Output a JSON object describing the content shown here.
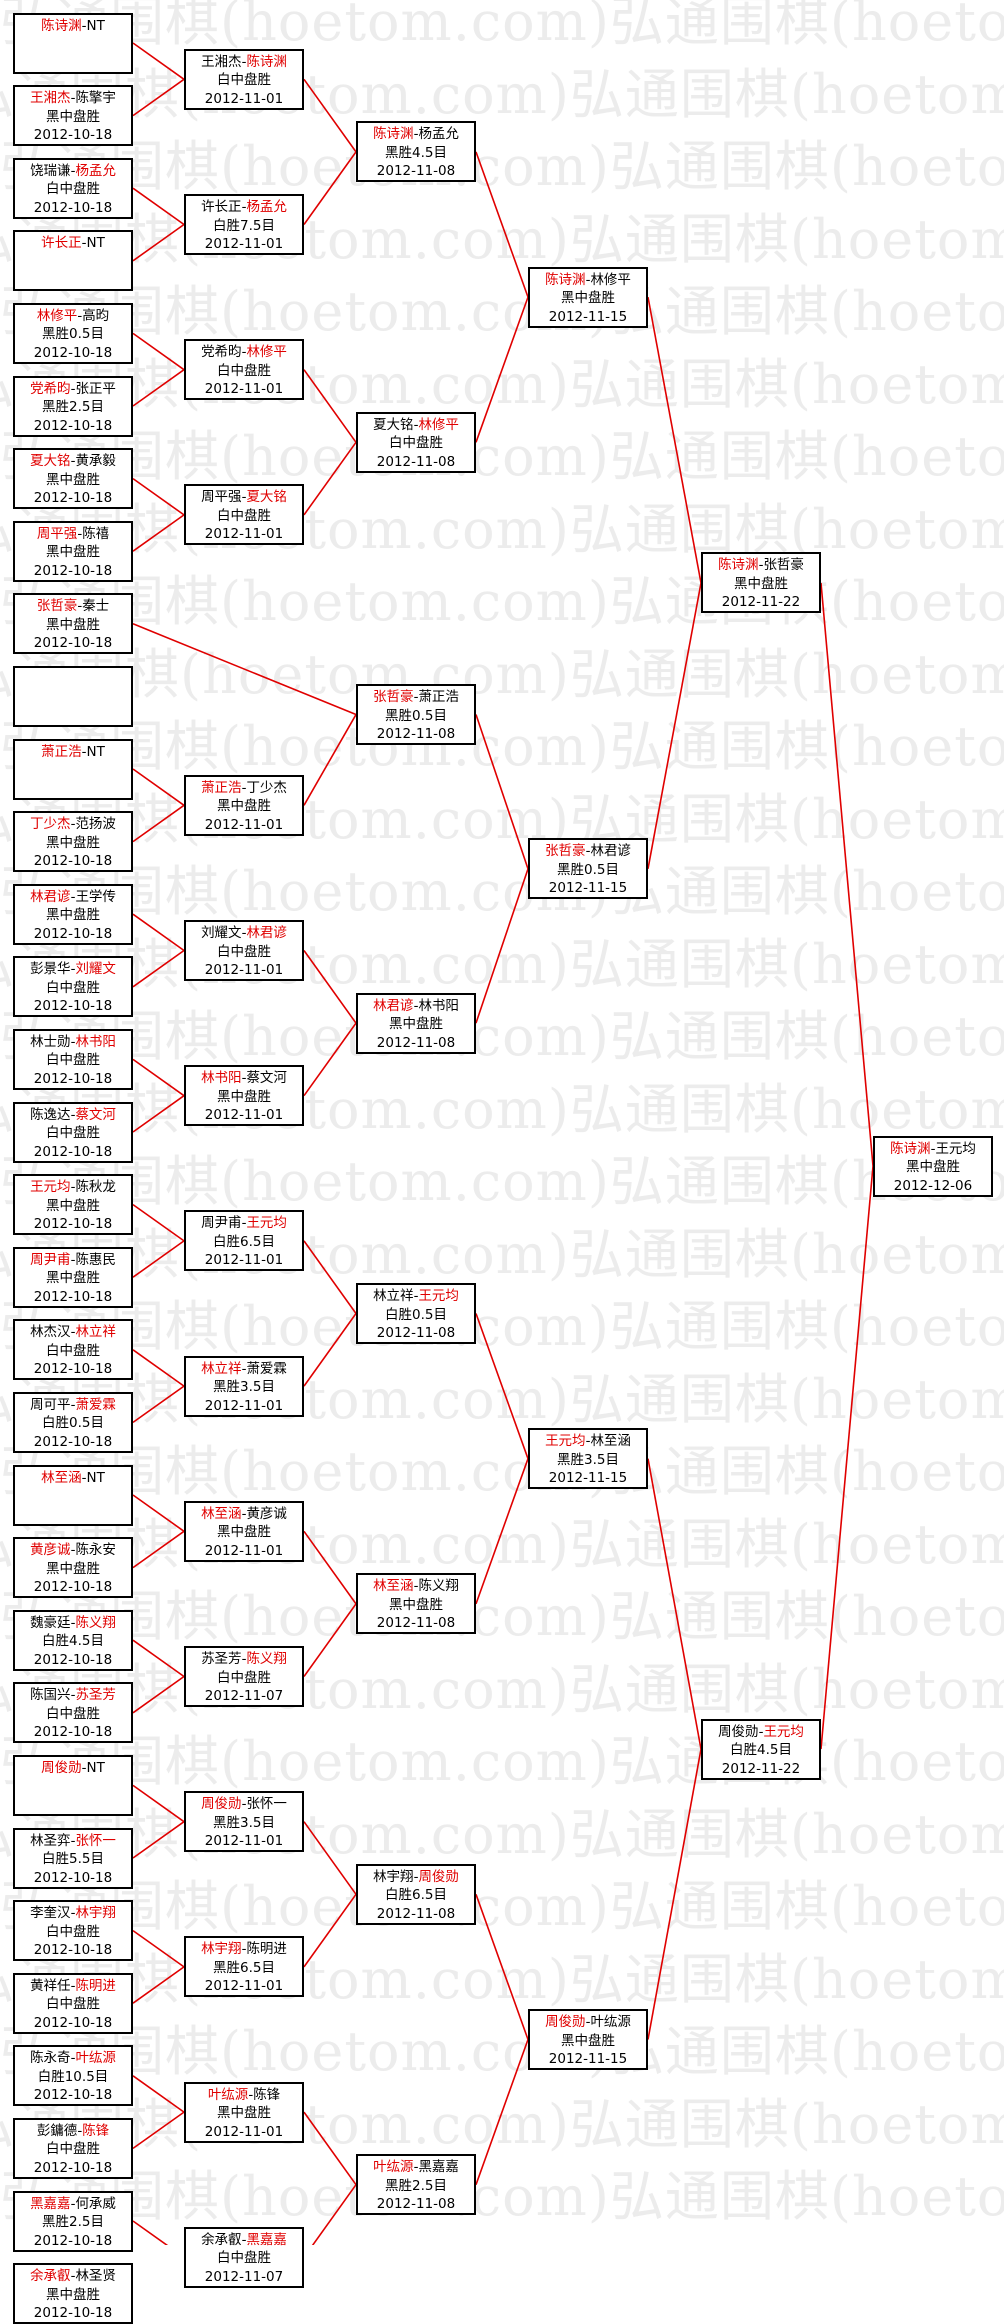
{
  "watermark": [
    "弘通围棋(hoetom.com)弘通围棋(hoetom.com)",
    "弘通围棋(hoetom.com)弘通围棋(hoetom.com)"
  ],
  "colors": {
    "winner": "#e00000",
    "line": "#e00000",
    "border": "#000000",
    "watermark": "#ececec"
  },
  "rounds": [
    [
      {
        "p1": "陈诗渊",
        "p2": "NT",
        "w": 1,
        "res": "",
        "date": ""
      },
      {
        "p1": "王湘杰",
        "p2": "陈擎宇",
        "w": 1,
        "res": "黑中盘胜",
        "date": "2012-10-18"
      },
      {
        "p1": "饶瑞谦",
        "p2": "杨孟允",
        "w": 2,
        "res": "白中盘胜",
        "date": "2012-10-18"
      },
      {
        "p1": "许长正",
        "p2": "NT",
        "w": 1,
        "res": "",
        "date": ""
      },
      {
        "p1": "林修平",
        "p2": "高昀",
        "w": 1,
        "res": "黑胜0.5目",
        "date": "2012-10-18"
      },
      {
        "p1": "党希昀",
        "p2": "张正平",
        "w": 1,
        "res": "黑胜2.5目",
        "date": "2012-10-18"
      },
      {
        "p1": "夏大铭",
        "p2": "黄承毅",
        "w": 1,
        "res": "黑中盘胜",
        "date": "2012-10-18"
      },
      {
        "p1": "周平强",
        "p2": "陈禧",
        "w": 1,
        "res": "黑中盘胜",
        "date": "2012-10-18"
      },
      {
        "p1": "张哲豪",
        "p2": "秦士",
        "w": 1,
        "res": "黑中盘胜",
        "date": "2012-10-18"
      },
      {
        "p1": "",
        "p2": "",
        "w": 0,
        "res": "",
        "date": "",
        "blank": true
      },
      {
        "p1": "萧正浩",
        "p2": "NT",
        "w": 1,
        "res": "",
        "date": ""
      },
      {
        "p1": "丁少杰",
        "p2": "范扬波",
        "w": 1,
        "res": "黑中盘胜",
        "date": "2012-10-18"
      },
      {
        "p1": "林君谚",
        "p2": "王学传",
        "w": 1,
        "res": "黑中盘胜",
        "date": "2012-10-18"
      },
      {
        "p1": "彭景华",
        "p2": "刘耀文",
        "w": 2,
        "res": "白中盘胜",
        "date": "2012-10-18"
      },
      {
        "p1": "林士勋",
        "p2": "林书阳",
        "w": 2,
        "res": "白中盘胜",
        "date": "2012-10-18"
      },
      {
        "p1": "陈逸达",
        "p2": "蔡文河",
        "w": 2,
        "res": "白中盘胜",
        "date": "2012-10-18"
      },
      {
        "p1": "王元均",
        "p2": "陈秋龙",
        "w": 1,
        "res": "黑中盘胜",
        "date": "2012-10-18"
      },
      {
        "p1": "周尹甫",
        "p2": "陈惠民",
        "w": 1,
        "res": "黑中盘胜",
        "date": "2012-10-18"
      },
      {
        "p1": "林杰汉",
        "p2": "林立祥",
        "w": 2,
        "res": "白中盘胜",
        "date": "2012-10-18"
      },
      {
        "p1": "周可平",
        "p2": "萧爱霖",
        "w": 2,
        "res": "白胜0.5目",
        "date": "2012-10-18"
      },
      {
        "p1": "林至涵",
        "p2": "NT",
        "w": 1,
        "res": "",
        "date": ""
      },
      {
        "p1": "黄彦诚",
        "p2": "陈永安",
        "w": 1,
        "res": "黑中盘胜",
        "date": "2012-10-18"
      },
      {
        "p1": "魏豪廷",
        "p2": "陈义翔",
        "w": 2,
        "res": "白胜4.5目",
        "date": "2012-10-18"
      },
      {
        "p1": "陈国兴",
        "p2": "苏圣芳",
        "w": 2,
        "res": "白中盘胜",
        "date": "2012-10-18"
      },
      {
        "p1": "周俊勋",
        "p2": "NT",
        "w": 1,
        "res": "",
        "date": ""
      },
      {
        "p1": "林圣弈",
        "p2": "张怀一",
        "w": 2,
        "res": "白胜5.5目",
        "date": "2012-10-18"
      },
      {
        "p1": "李奎汉",
        "p2": "林宇翔",
        "w": 2,
        "res": "白中盘胜",
        "date": "2012-10-18"
      },
      {
        "p1": "黄祥任",
        "p2": "陈明进",
        "w": 2,
        "res": "白中盘胜",
        "date": "2012-10-18"
      },
      {
        "p1": "陈永奇",
        "p2": "叶纮源",
        "w": 2,
        "res": "白胜10.5目",
        "date": "2012-10-18"
      },
      {
        "p1": "彭鏞德",
        "p2": "陈锋",
        "w": 2,
        "res": "白中盘胜",
        "date": "2012-10-18"
      },
      {
        "p1": "黑嘉嘉",
        "p2": "何承威",
        "w": 1,
        "res": "黑胜2.5目",
        "date": "2012-10-18"
      },
      {
        "p1": "余承叡",
        "p2": "林圣贤",
        "w": 1,
        "res": "黑中盘胜",
        "date": "2012-10-18"
      }
    ],
    [
      {
        "p1": "王湘杰",
        "p2": "陈诗渊",
        "w": 2,
        "res": "白中盘胜",
        "date": "2012-11-01"
      },
      {
        "p1": "许长正",
        "p2": "杨孟允",
        "w": 2,
        "res": "白胜7.5目",
        "date": "2012-11-01"
      },
      {
        "p1": "党希昀",
        "p2": "林修平",
        "w": 2,
        "res": "白中盘胜",
        "date": "2012-11-01"
      },
      {
        "p1": "周平强",
        "p2": "夏大铭",
        "w": 2,
        "res": "白中盘胜",
        "date": "2012-11-01"
      },
      {
        "p1": "萧正浩",
        "p2": "丁少杰",
        "w": 1,
        "res": "黑中盘胜",
        "date": "2012-11-01"
      },
      {
        "p1": "刘耀文",
        "p2": "林君谚",
        "w": 2,
        "res": "白中盘胜",
        "date": "2012-11-01"
      },
      {
        "p1": "林书阳",
        "p2": "蔡文河",
        "w": 1,
        "res": "黑中盘胜",
        "date": "2012-11-01"
      },
      {
        "p1": "周尹甫",
        "p2": "王元均",
        "w": 2,
        "res": "白胜6.5目",
        "date": "2012-11-01"
      },
      {
        "p1": "林立祥",
        "p2": "萧爱霖",
        "w": 1,
        "res": "黑胜3.5目",
        "date": "2012-11-01"
      },
      {
        "p1": "林至涵",
        "p2": "黄彦诚",
        "w": 1,
        "res": "黑中盘胜",
        "date": "2012-11-01"
      },
      {
        "p1": "苏圣芳",
        "p2": "陈义翔",
        "w": 2,
        "res": "白中盘胜",
        "date": "2012-11-07"
      },
      {
        "p1": "周俊勋",
        "p2": "张怀一",
        "w": 1,
        "res": "黑胜3.5目",
        "date": "2012-11-01"
      },
      {
        "p1": "林宇翔",
        "p2": "陈明进",
        "w": 1,
        "res": "黑胜6.5目",
        "date": "2012-11-01"
      },
      {
        "p1": "叶纮源",
        "p2": "陈锋",
        "w": 1,
        "res": "黑中盘胜",
        "date": "2012-11-01"
      },
      {
        "p1": "余承叡",
        "p2": "黑嘉嘉",
        "w": 2,
        "res": "白中盘胜",
        "date": "2012-11-07"
      }
    ],
    [
      {
        "p1": "陈诗渊",
        "p2": "杨孟允",
        "w": 1,
        "res": "黑胜4.5目",
        "date": "2012-11-08"
      },
      {
        "p1": "夏大铭",
        "p2": "林修平",
        "w": 2,
        "res": "白中盘胜",
        "date": "2012-11-08"
      },
      {
        "p1": "张哲豪",
        "p2": "萧正浩",
        "w": 1,
        "res": "黑胜0.5目",
        "date": "2012-11-08"
      },
      {
        "p1": "林君谚",
        "p2": "林书阳",
        "w": 1,
        "res": "黑中盘胜",
        "date": "2012-11-08"
      },
      {
        "p1": "林立祥",
        "p2": "王元均",
        "w": 2,
        "res": "白胜0.5目",
        "date": "2012-11-08"
      },
      {
        "p1": "林至涵",
        "p2": "陈义翔",
        "w": 1,
        "res": "黑中盘胜",
        "date": "2012-11-08"
      },
      {
        "p1": "林宇翔",
        "p2": "周俊勋",
        "w": 2,
        "res": "白胜6.5目",
        "date": "2012-11-08"
      },
      {
        "p1": "叶纮源",
        "p2": "黑嘉嘉",
        "w": 1,
        "res": "黑胜2.5目",
        "date": "2012-11-08"
      }
    ],
    [
      {
        "p1": "陈诗渊",
        "p2": "林修平",
        "w": 1,
        "res": "黑中盘胜",
        "date": "2012-11-15"
      },
      {
        "p1": "张哲豪",
        "p2": "林君谚",
        "w": 1,
        "res": "黑胜0.5目",
        "date": "2012-11-15"
      },
      {
        "p1": "王元均",
        "p2": "林至涵",
        "w": 1,
        "res": "黑胜3.5目",
        "date": "2012-11-15"
      },
      {
        "p1": "周俊勋",
        "p2": "叶纮源",
        "w": 1,
        "res": "黑中盘胜",
        "date": "2012-11-15"
      }
    ],
    [
      {
        "p1": "陈诗渊",
        "p2": "张哲豪",
        "w": 1,
        "res": "黑中盘胜",
        "date": "2012-11-22"
      },
      {
        "p1": "周俊勋",
        "p2": "王元均",
        "w": 2,
        "res": "白胜4.5目",
        "date": "2012-11-22"
      }
    ],
    [
      {
        "p1": "陈诗渊",
        "p2": "王元均",
        "w": 1,
        "res": "黑中盘胜",
        "date": "2012-12-06"
      }
    ]
  ]
}
